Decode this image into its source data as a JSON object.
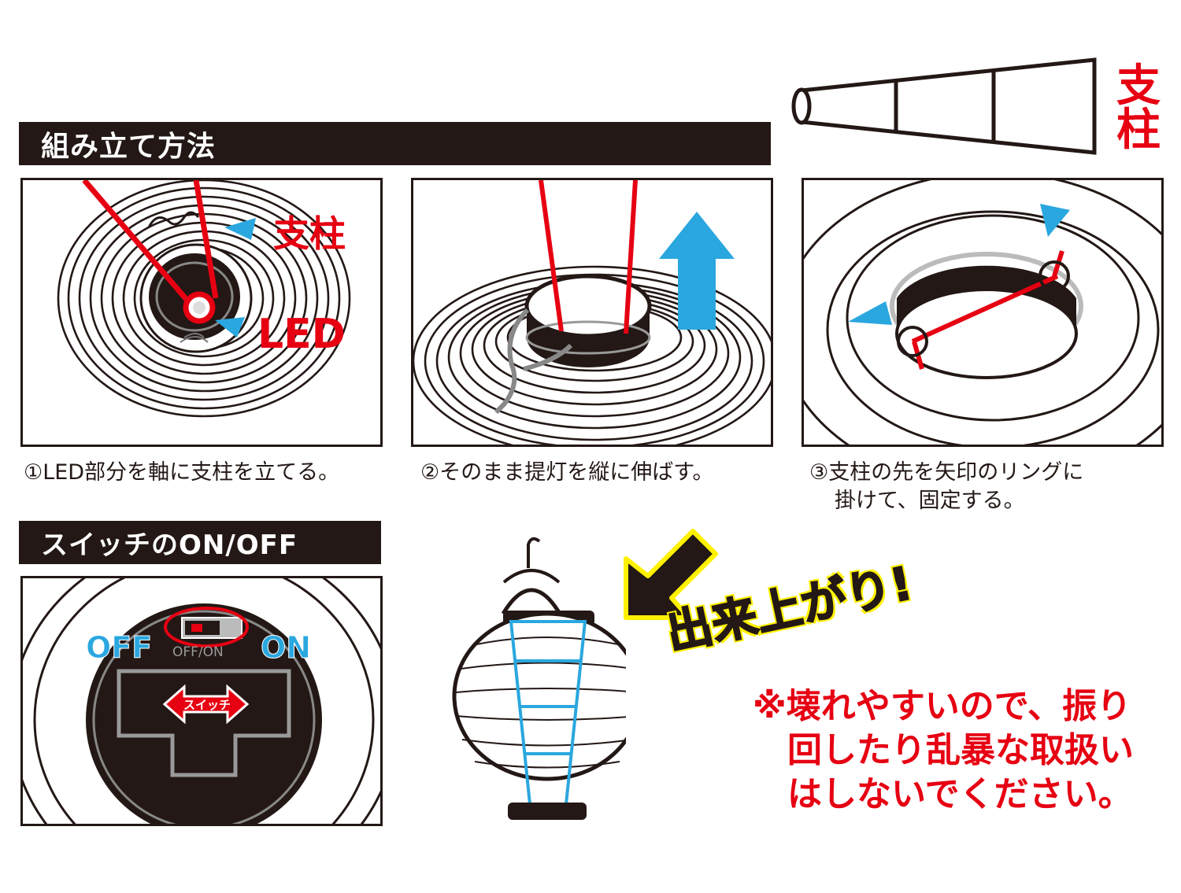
{
  "sections": {
    "assembly_title": "組み立て方法",
    "switch_title": "スイッチのON/OFF"
  },
  "top_right": {
    "pole_label": "支柱"
  },
  "steps": [
    {
      "caption": "①LED部分を軸に支柱を立てる。",
      "label_pole": "支柱",
      "label_led": "LED"
    },
    {
      "caption": "②そのまま提灯を縦に伸ばす。"
    },
    {
      "caption_line1": "③支柱の先を矢印のリングに",
      "caption_line2": "掛けて、固定する。"
    }
  ],
  "switch_panel": {
    "off_label": "OFF",
    "on_label": "ON",
    "switch_marking": "OFF/ON",
    "switch_arrow_text": "スイッチ"
  },
  "finished": {
    "label": "出来上がり!"
  },
  "warning": {
    "line1": "※壊れやすいので、振り",
    "line2": "回したり乱暴な取扱い",
    "line3": "はしないでください。"
  },
  "colors": {
    "dark": "#231815",
    "red": "#e60012",
    "blue": "#2aa7df",
    "yellow": "#fff100"
  }
}
